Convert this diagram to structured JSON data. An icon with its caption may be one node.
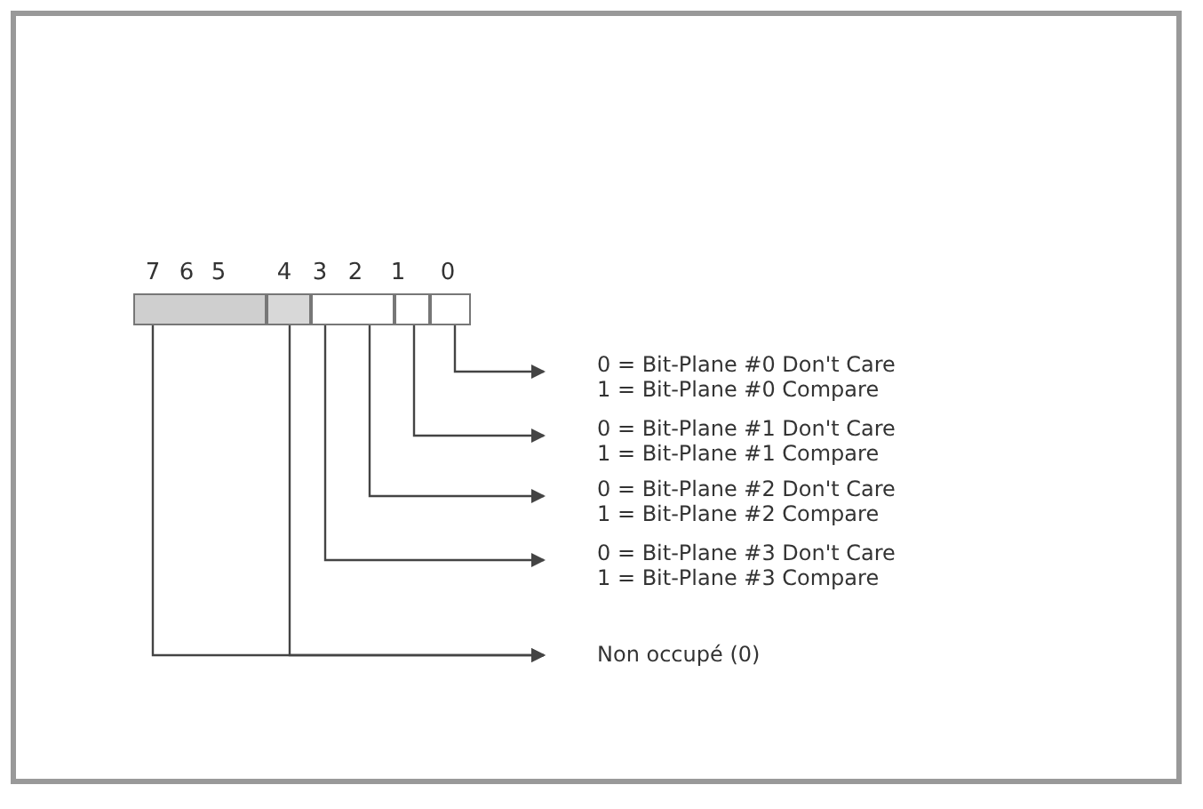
{
  "diagram": {
    "nodes": [
      {
        "text": [],
        "shape": "box"
      },
      {
        "text": [],
        "shape": "box"
      },
      {
        "text": [],
        "shape": "box"
      },
      {
        "text": [],
        "shape": "box"
      },
      {
        "text": [],
        "shape": "box"
      },
      {
        "text": [
          "0 = Bit-Plane #0 Don't Care",
          "1 = Bit-Plane #0 Compare"
        ]
      },
      {
        "text": [
          "0 = Bit-Plane #1 Don't Care",
          "1 = Bit-Plane #1 Compare"
        ]
      },
      {
        "text": [
          "0 = Bit-Plane #2 Don't Care",
          "1 = Bit-Plane #2 Compare"
        ]
      },
      {
        "text": [
          "0 = Bit-Plane #3 Don't Care",
          "1 = Bit-Plane #3 Compare"
        ]
      },
      {
        "text": [
          "Non occupé (0)"
        ]
      }
    ],
    "edges": [
      {
        "from": 4,
        "to": 5,
        "arrow": "to"
      },
      {
        "from": 3,
        "to": 6,
        "arrow": "to"
      },
      {
        "from": 2,
        "to": 7,
        "arrow": "to"
      },
      {
        "from": 2,
        "to": 8,
        "arrow": "to"
      },
      {
        "from": 0,
        "to": 9,
        "arrow": "to"
      },
      {
        "from": 1,
        "to": 9,
        "arrow": "to"
      }
    ],
    "labels": [
      "7",
      "6",
      "5",
      "4",
      "3",
      "2",
      "1",
      "0"
    ]
  }
}
